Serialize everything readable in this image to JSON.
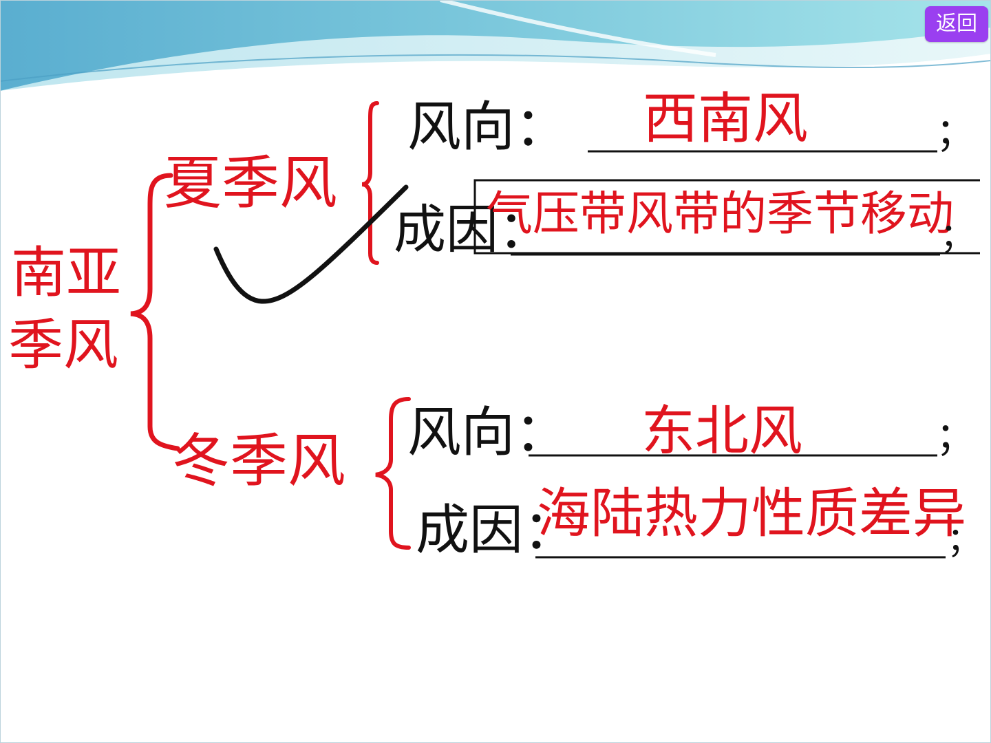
{
  "nav": {
    "back_label": "返回"
  },
  "diagram": {
    "root": "南亚季风",
    "root_line1": "南亚",
    "root_line2": "季风",
    "summer": {
      "label": "夏季风",
      "dir_label": "风向：",
      "dir_answer": "西南风",
      "dir_end": "；",
      "cause_label": "成因：",
      "cause_answer": "气压带风带的季节移动",
      "cause_end": "；"
    },
    "winter": {
      "label": "冬季风",
      "dir_label": "风向：",
      "dir_answer": "东北风",
      "dir_end": "；",
      "cause_label": "成因：",
      "cause_answer": "海陆热力性质差异",
      "cause_end": "；"
    }
  },
  "colors": {
    "accent": "#e0141e",
    "text": "#111111",
    "button": "#9a3ff0"
  }
}
